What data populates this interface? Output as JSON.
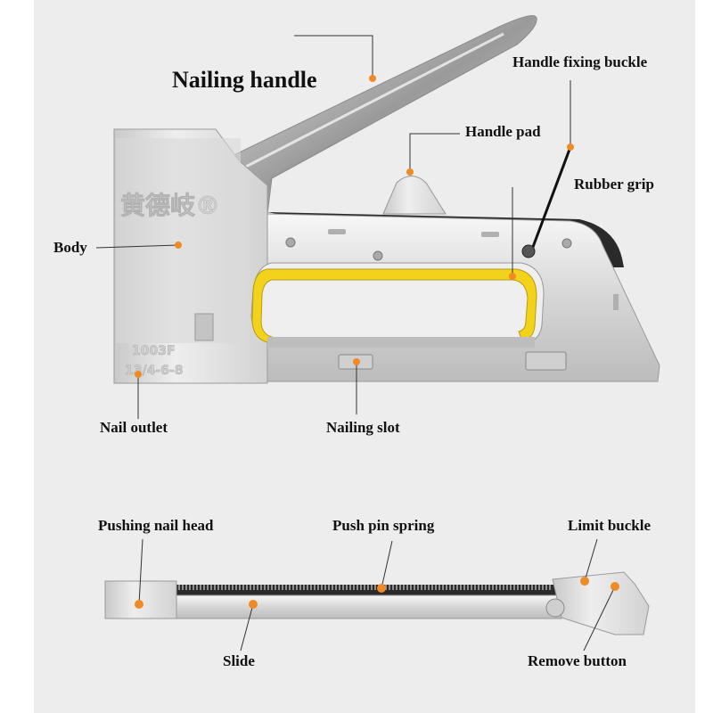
{
  "figure": {
    "brand_mark": "黄德岐®",
    "model_code": "1003F",
    "staple_sizes": "13/4-6-8"
  },
  "labels": {
    "nailing_handle": "Nailing handle",
    "handle_fixing_buckle": "Handle fixing buckle",
    "handle_pad": "Handle pad",
    "rubber_grip": "Rubber grip",
    "body": "Body",
    "nail_outlet": "Nail outlet",
    "nailing_slot": "Nailing slot",
    "pushing_nail_head": "Pushing nail head",
    "push_pin_spring": "Push pin spring",
    "limit_buckle": "Limit buckle",
    "slide": "Slide",
    "remove_button": "Remove button"
  },
  "colors": {
    "background": "#ededed",
    "marker": "#f08a24",
    "grip": "#f2d21b",
    "leader": "#333333"
  }
}
